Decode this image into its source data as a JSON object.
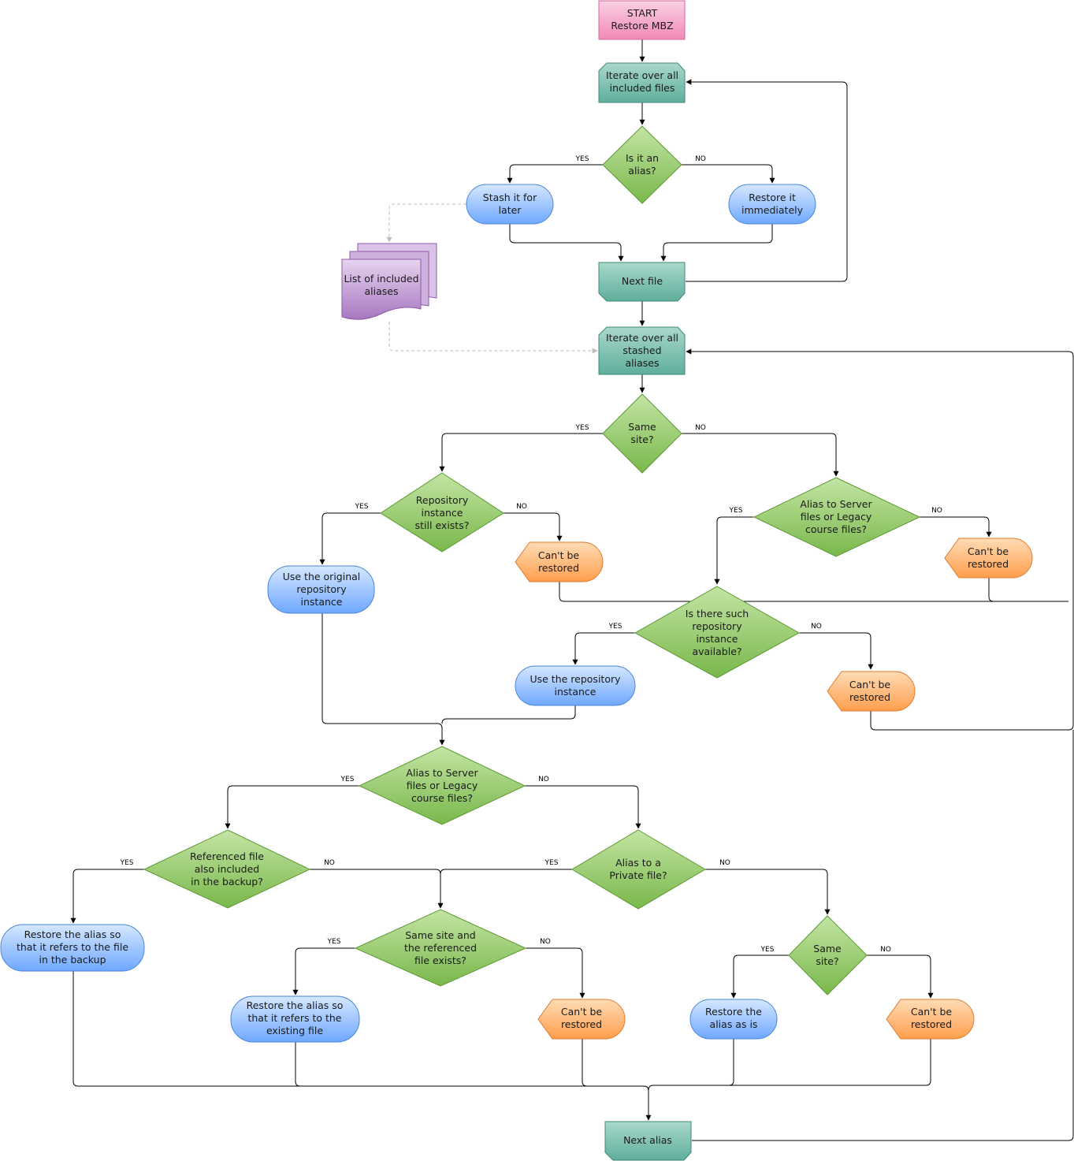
{
  "colors": {
    "start": "#f08ab8",
    "loop": "#5fae9c",
    "decision": "#86c15a",
    "process": "#7fb2ff",
    "fail": "#ffa45a",
    "document": "#b07cc6"
  },
  "nodes": {
    "start": [
      "START",
      "Restore MBZ"
    ],
    "iterate_files": [
      "Iterate over all",
      "included files"
    ],
    "is_alias": [
      "Is it an",
      "alias?"
    ],
    "stash": [
      "Stash it for",
      "later"
    ],
    "restore_immediately": [
      "Restore it",
      "immediately"
    ],
    "list_aliases": [
      "List of included",
      "aliases"
    ],
    "next_file": [
      "Next file"
    ],
    "iterate_aliases": [
      "Iterate over all",
      "stashed",
      "aliases"
    ],
    "same_site_1": [
      "Same",
      "site?"
    ],
    "repo_exists": [
      "Repository",
      "instance",
      "still exists?"
    ],
    "cant_1": [
      "Can't be",
      "restored"
    ],
    "use_original": [
      "Use the original",
      "repository",
      "instance"
    ],
    "alias_server_1": [
      "Alias to Server",
      "files or Legacy",
      "course files?"
    ],
    "cant_2": [
      "Can't be",
      "restored"
    ],
    "such_repo": [
      "Is there such",
      "repository",
      "instance",
      "available?"
    ],
    "use_repo": [
      "Use the repository",
      "instance"
    ],
    "cant_3": [
      "Can't be",
      "restored"
    ],
    "alias_server_2": [
      "Alias to Server",
      "files or Legacy",
      "course files?"
    ],
    "ref_included": [
      "Referenced file",
      "also included",
      "in the backup?"
    ],
    "alias_private": [
      "Alias to a",
      "Private file?"
    ],
    "restore_backup": [
      "Restore the alias so",
      "that it refers to the file",
      "in the backup"
    ],
    "same_site_ref": [
      "Same site and",
      "the referenced",
      "file exists?"
    ],
    "same_site_2": [
      "Same",
      "site?"
    ],
    "restore_existing": [
      "Restore the alias so",
      "that it refers to the",
      "existing file"
    ],
    "cant_4": [
      "Can't be",
      "restored"
    ],
    "restore_as_is": [
      "Restore the",
      "alias as is"
    ],
    "cant_5": [
      "Can't be",
      "restored"
    ],
    "next_alias": [
      "Next alias"
    ]
  },
  "edge_labels": {
    "yes": "YES",
    "no": "NO"
  }
}
